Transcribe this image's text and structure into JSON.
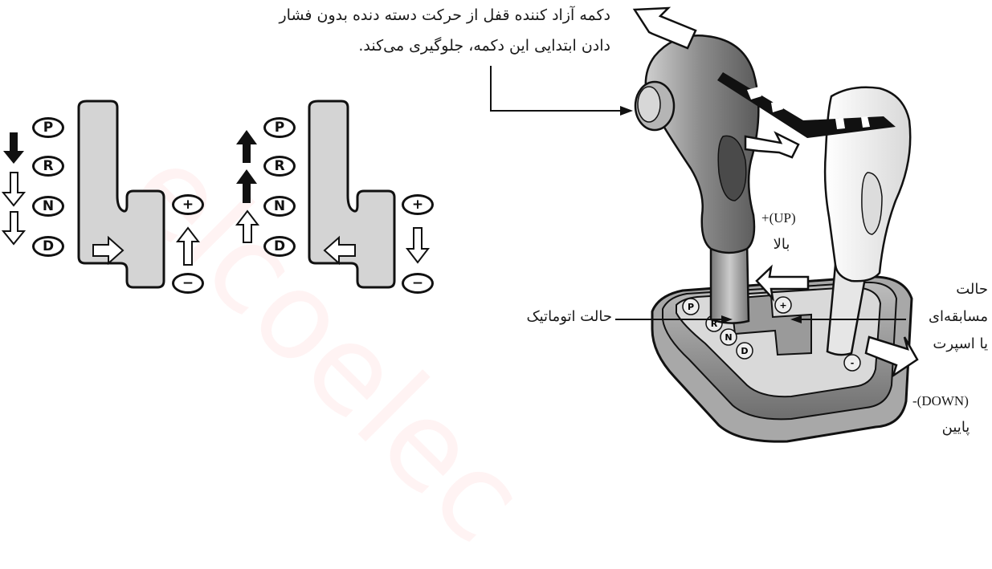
{
  "labels": {
    "release_button_line1": "دکمه آزاد کننده قفل از حرکت دسته دنده بدون فشار",
    "release_button_line2": "دادن ابتدایی این دکمه، جلوگیری می‌کند.",
    "up_en": "+(UP)",
    "up_fa": "بالا",
    "auto_mode": "حالت اتوماتیک",
    "sport_line1": "حالت",
    "sport_line2": "مسابقه‌ای",
    "sport_line3": "یا اسپرت",
    "down_en": "-(DOWN)",
    "down_fa": "پایین"
  },
  "gate_positions": [
    "P",
    "R",
    "N",
    "D"
  ],
  "manual_positions": [
    "+",
    "−"
  ],
  "watermark": "elcoelec",
  "colors": {
    "gate_fill": "#d4d4d4",
    "knob_dark": "#7a7a7a",
    "knob_light": "#f0f0f0",
    "arrow_dark": "#111111",
    "watermark": "#f7d9d9"
  }
}
